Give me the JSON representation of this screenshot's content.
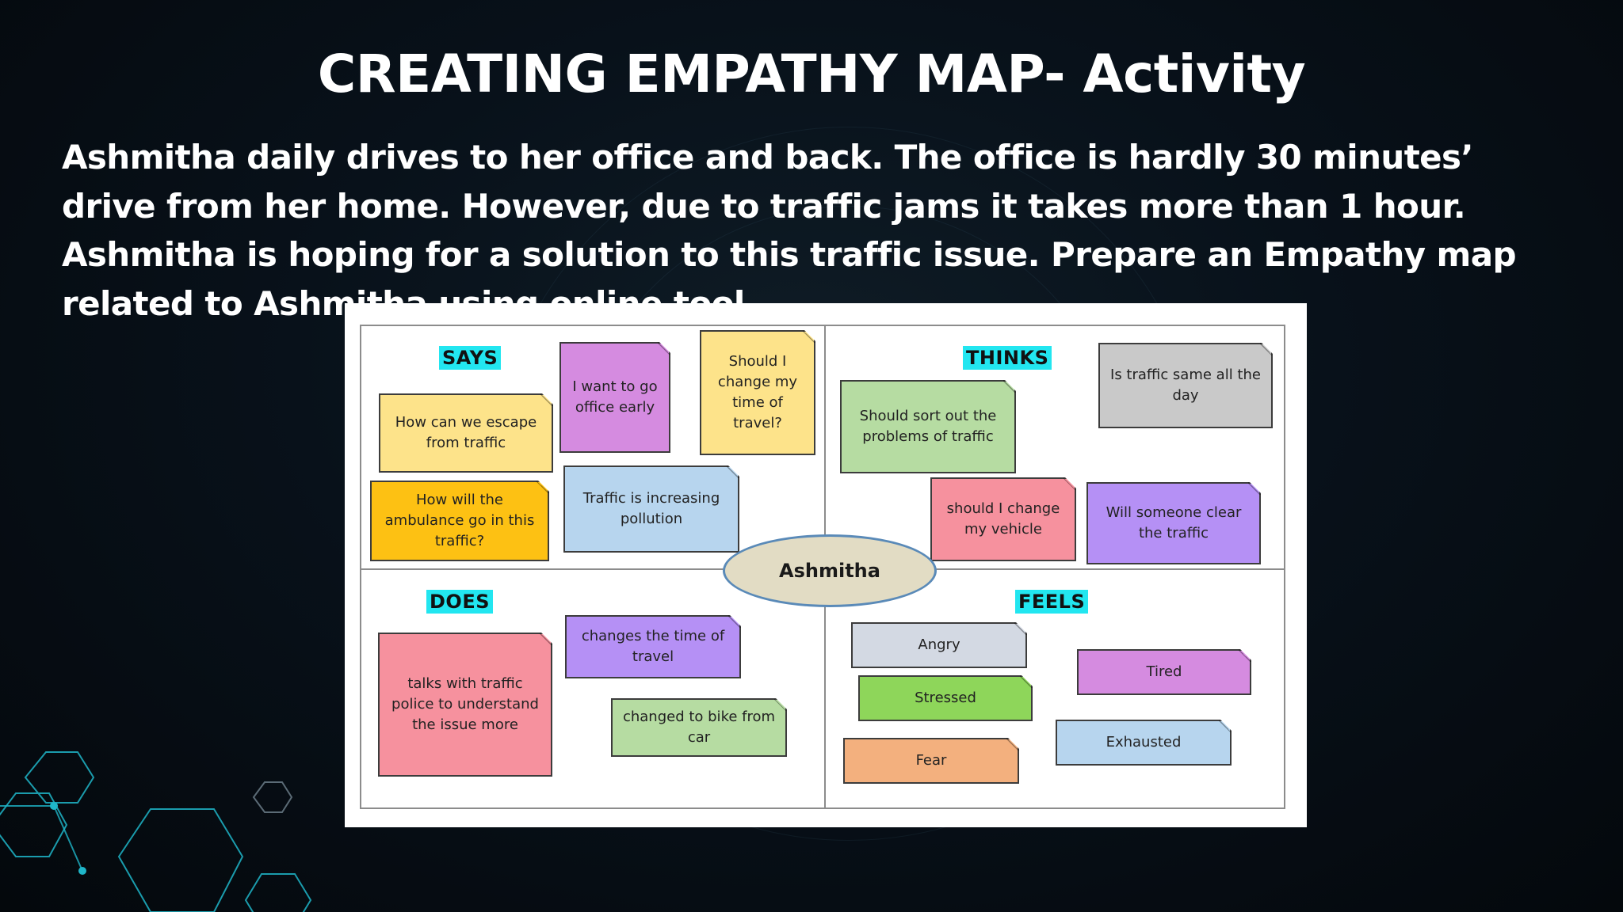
{
  "slide": {
    "title": "CREATING EMPATHY MAP- Activity",
    "description": "Ashmitha daily drives to her office and back. The office is hardly 30 minutes’ drive from her home. However, due to traffic jams it takes more than 1 hour. Ashmitha is hoping for a solution to this traffic issue. Prepare an Empathy map related to Ashmitha using online tool."
  },
  "map": {
    "center": "Ashmitha",
    "quadrants": {
      "says": "SAYS",
      "thinks": "THINKS",
      "does": "DOES",
      "feels": "FEELS"
    },
    "says_notes": [
      "How can we escape from traffic",
      "I want to go office early",
      "Should I change my time of travel?",
      "How will the ambulance go in this traffic?",
      "Traffic is increasing pollution"
    ],
    "thinks_notes": [
      "Should sort out the problems of traffic",
      "Is traffic same all the day",
      "should I change my vehicle",
      "Will someone clear the traffic"
    ],
    "does_notes": [
      "talks with traffic police to understand the issue more",
      "changes the time of travel",
      "changed to bike from car"
    ],
    "feels_notes": [
      "Angry",
      "Stressed",
      "Fear",
      "Tired",
      "Exhausted"
    ]
  },
  "colors": {
    "label_bg": "#22e6f0",
    "yellow": "#fde38a",
    "orange": "#fdc113",
    "purple": "#d58be0",
    "violet": "#b590f5",
    "blue": "#b7d5ee",
    "green": "#b6dca2",
    "pink": "#f6919e",
    "gray": "#c9c9c9",
    "light_gray": "#d3d9e3",
    "lime": "#8ed65a",
    "peach": "#f3b07e"
  }
}
